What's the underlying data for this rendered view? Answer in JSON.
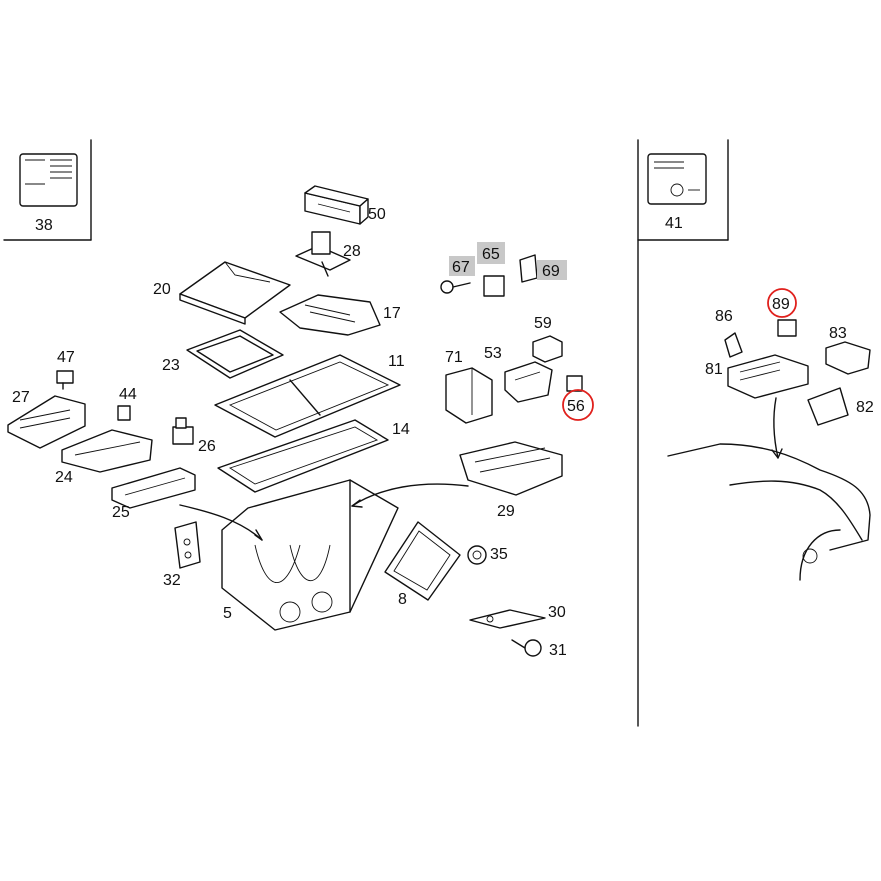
{
  "callouts": {
    "c5": "5",
    "c8": "8",
    "c11": "11",
    "c14": "14",
    "c17": "17",
    "c20": "20",
    "c23": "23",
    "c24": "24",
    "c25": "25",
    "c26": "26",
    "c27": "27",
    "c28": "28",
    "c29": "29",
    "c30": "30",
    "c31": "31",
    "c32": "32",
    "c35": "35",
    "c38": "38",
    "c41": "41",
    "c44": "44",
    "c47": "47",
    "c50": "50",
    "c53": "53",
    "c56": "56",
    "c59": "59",
    "c65": "65",
    "c67": "67",
    "c69": "69",
    "c71": "71",
    "c81": "81",
    "c82": "82",
    "c83": "83",
    "c86": "86",
    "c89": "89"
  },
  "highlighted_gray": [
    "67",
    "65",
    "69"
  ],
  "highlighted_red": [
    "56",
    "89"
  ],
  "colors": {
    "ink": "#111111",
    "highlight_gray": "#c8c8c8",
    "highlight_red": "#e0201c",
    "background": "#ffffff"
  }
}
